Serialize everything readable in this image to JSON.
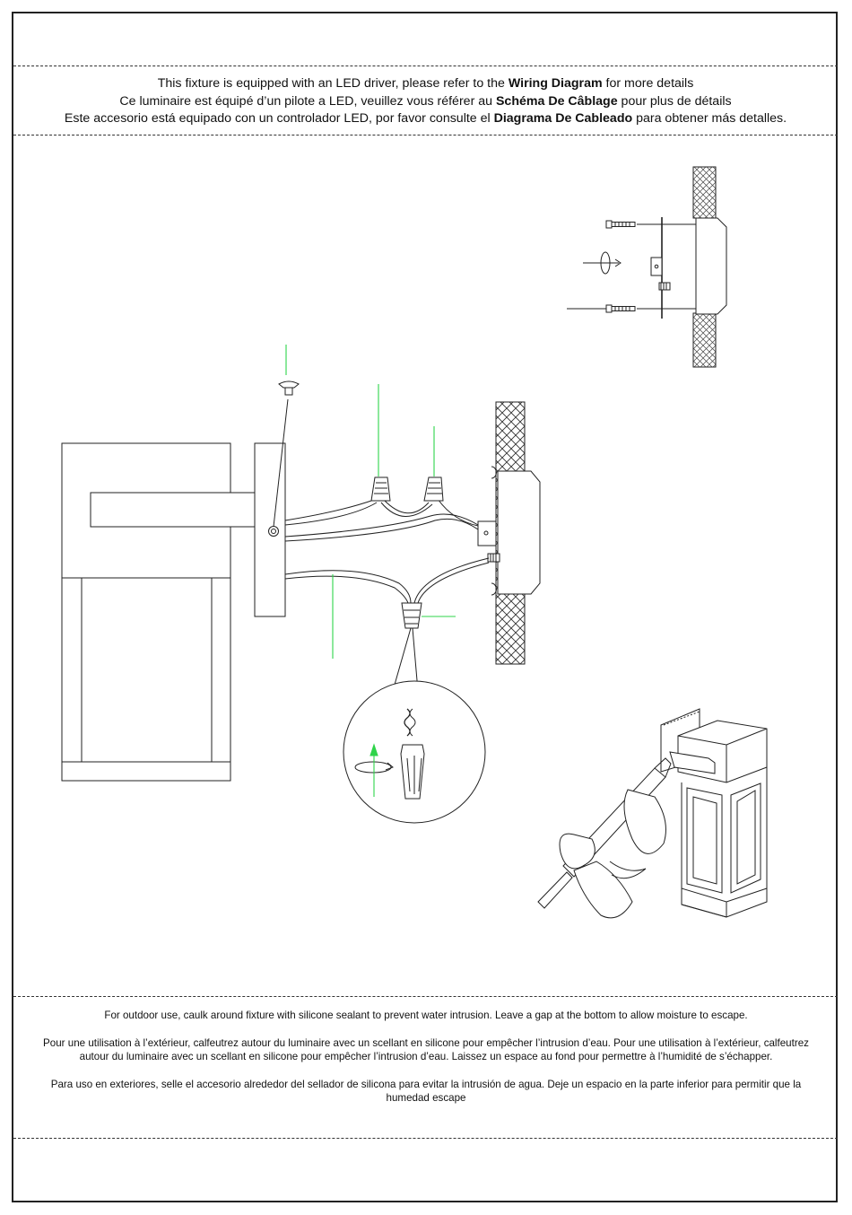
{
  "driver_note": {
    "en": {
      "before": "This fixture is equipped with an LED driver, please refer to the ",
      "bold": "Wiring Diagram",
      "after": " for more details"
    },
    "fr": {
      "before": "Ce luminaire est équipé d’un pilote a LED, veuillez vous référer au ",
      "bold": "Schéma De Câblage",
      "after": " pour plus de détails"
    },
    "es": {
      "before": "Este accesorio está equipado con un controlador LED, por favor consulte el ",
      "bold": "Diagrama De Cableado",
      "after": " para obtener más detalles."
    }
  },
  "caulk_note": {
    "en": "For outdoor use, caulk around fixture with silicone sealant to prevent water intrusion. Leave a gap at the bottom to allow moisture to escape.",
    "fr": "Pour une utilisation à l’extérieur, calfeutrez autour du luminaire avec un scellant en silicone pour empêcher l’intrusion d’eau. Pour une utilisation à l’extérieur, calfeutrez autour du luminaire avec un scellant en silicone pour empêcher l’intrusion d’eau. Laissez un espace au fond pour permettre à l’humidité de s’échapper.",
    "es": "Para uso en exteriores, selle el accesorio alrededor del sellador de silicona para evitar la intrusión de agua. Deje un espacio en la parte inferior para permitir que la humedad escape"
  },
  "colors": {
    "line": "#222222",
    "leader": "#2fd44a",
    "border": "#222222"
  },
  "illustrations": [
    "mounting-bracket-diagram",
    "wire-connection-diagram",
    "wire-nut-detail",
    "caulking-illustration"
  ]
}
